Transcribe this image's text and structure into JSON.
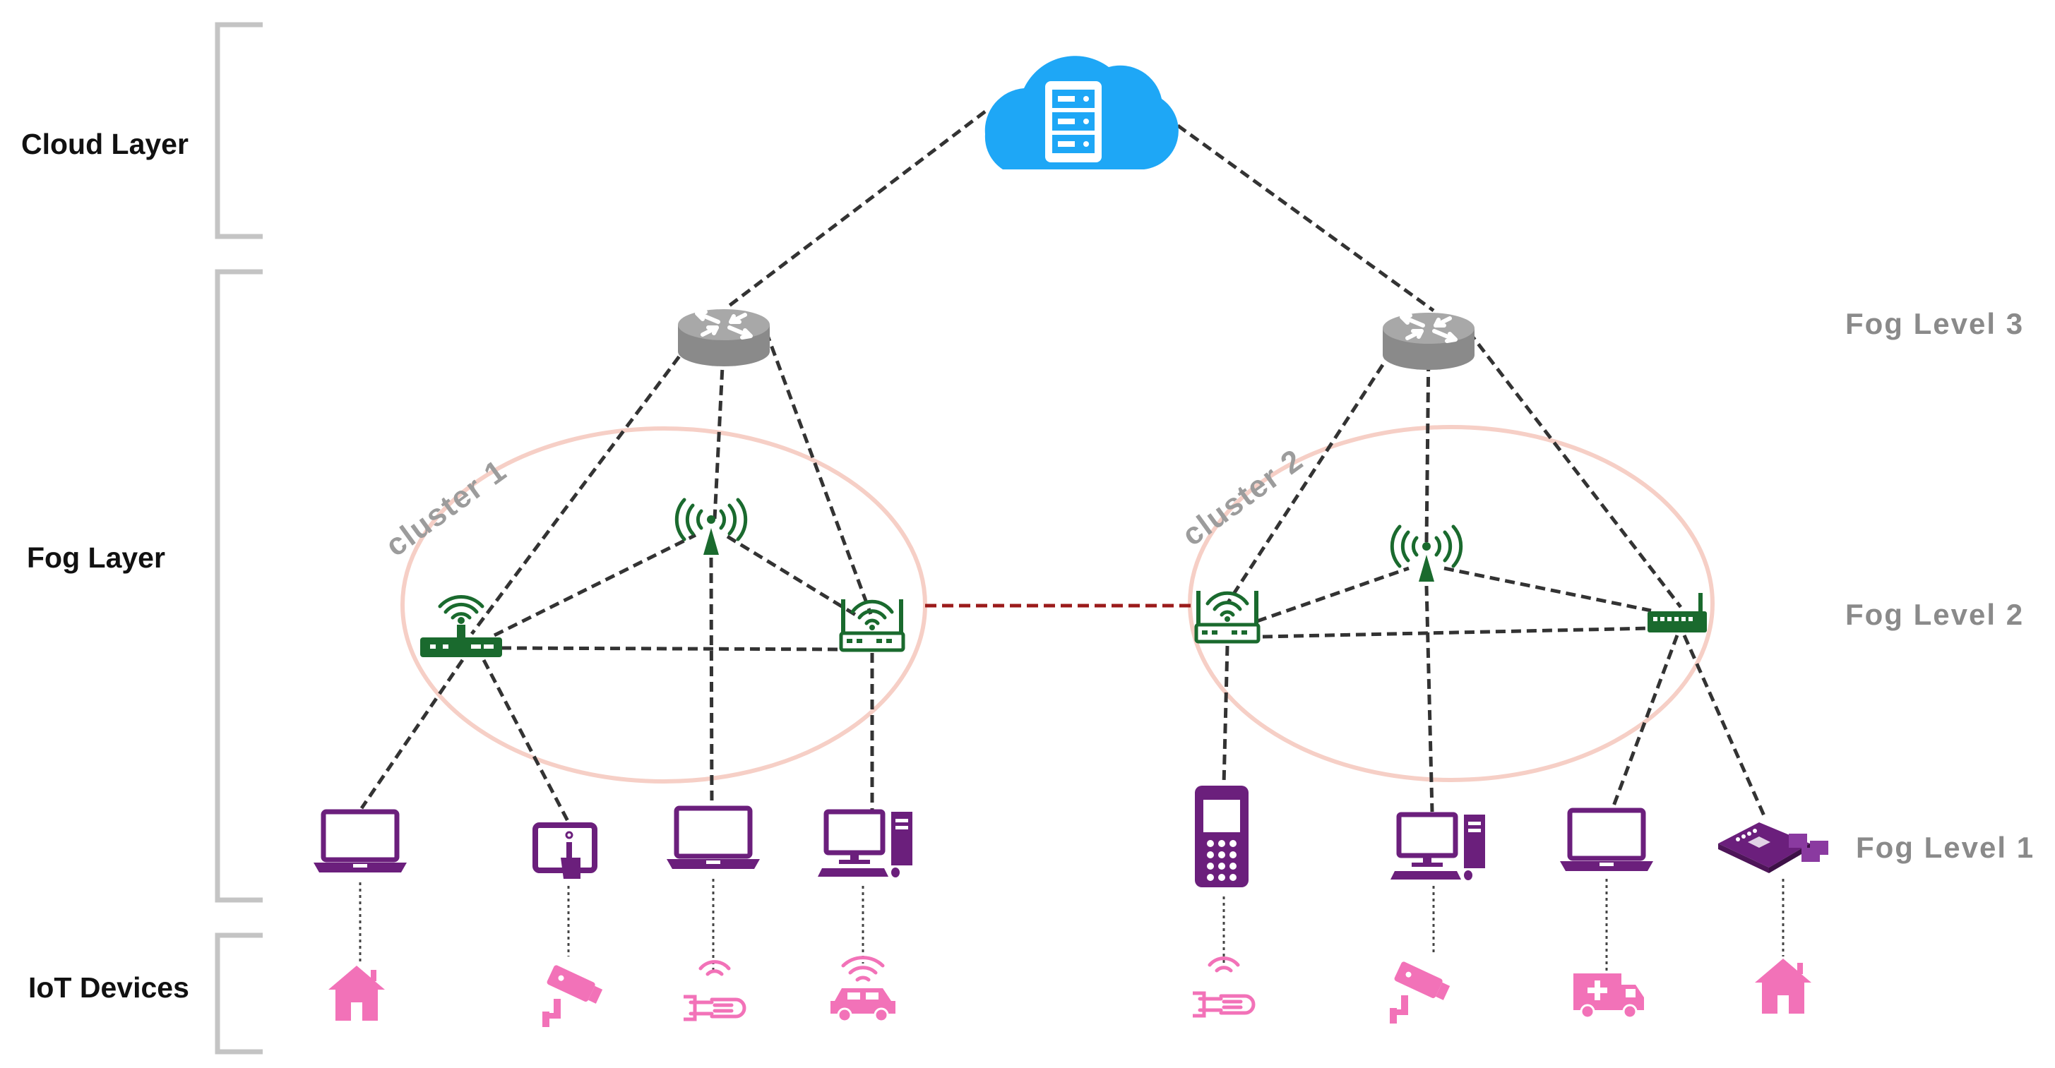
{
  "layers": [
    {
      "key": "cloud",
      "label": "Cloud Layer"
    },
    {
      "key": "fog",
      "label": "Fog Layer"
    },
    {
      "key": "iot",
      "label": "IoT Devices"
    }
  ],
  "fog_levels": [
    {
      "key": "level3",
      "label": "Fog Level 3"
    },
    {
      "key": "level2",
      "label": "Fog Level 2"
    },
    {
      "key": "level1",
      "label": "Fog Level 1"
    }
  ],
  "clusters": [
    {
      "key": "c1",
      "label": "cluster 1"
    },
    {
      "key": "c2",
      "label": "cluster 2"
    }
  ],
  "colors": {
    "cloud": "#1ea7f6",
    "router": "#8c8c8c",
    "gateway": "#1a6a2e",
    "end_device": "#6b1f7c",
    "iot": "#f272b8",
    "cluster_ring": "#f6cfc6",
    "inter_cluster_link": "#9b1b1b",
    "link": "#333333",
    "bracket": "#c4c4c4"
  },
  "icons": {
    "cloud": "cloud-server-icon",
    "routers": [
      "router-icon",
      "router-icon"
    ],
    "gateways": [
      "wifi-router-icon",
      "antenna-tower-icon",
      "wifi-access-point-icon",
      "wifi-router-icon",
      "antenna-tower-icon",
      "network-switch-icon"
    ],
    "end_devices": [
      "laptop-icon",
      "tablet-icon",
      "laptop-icon",
      "desktop-pc-icon",
      "mobile-phone-icon",
      "desktop-pc-icon",
      "laptop-icon",
      "raspberry-pi-icon"
    ],
    "iot_devices": [
      "home-icon",
      "cctv-camera-icon",
      "smart-wearable-icon",
      "connected-car-icon",
      "smart-wearable-icon",
      "cctv-camera-icon",
      "ambulance-icon",
      "home-icon"
    ]
  }
}
